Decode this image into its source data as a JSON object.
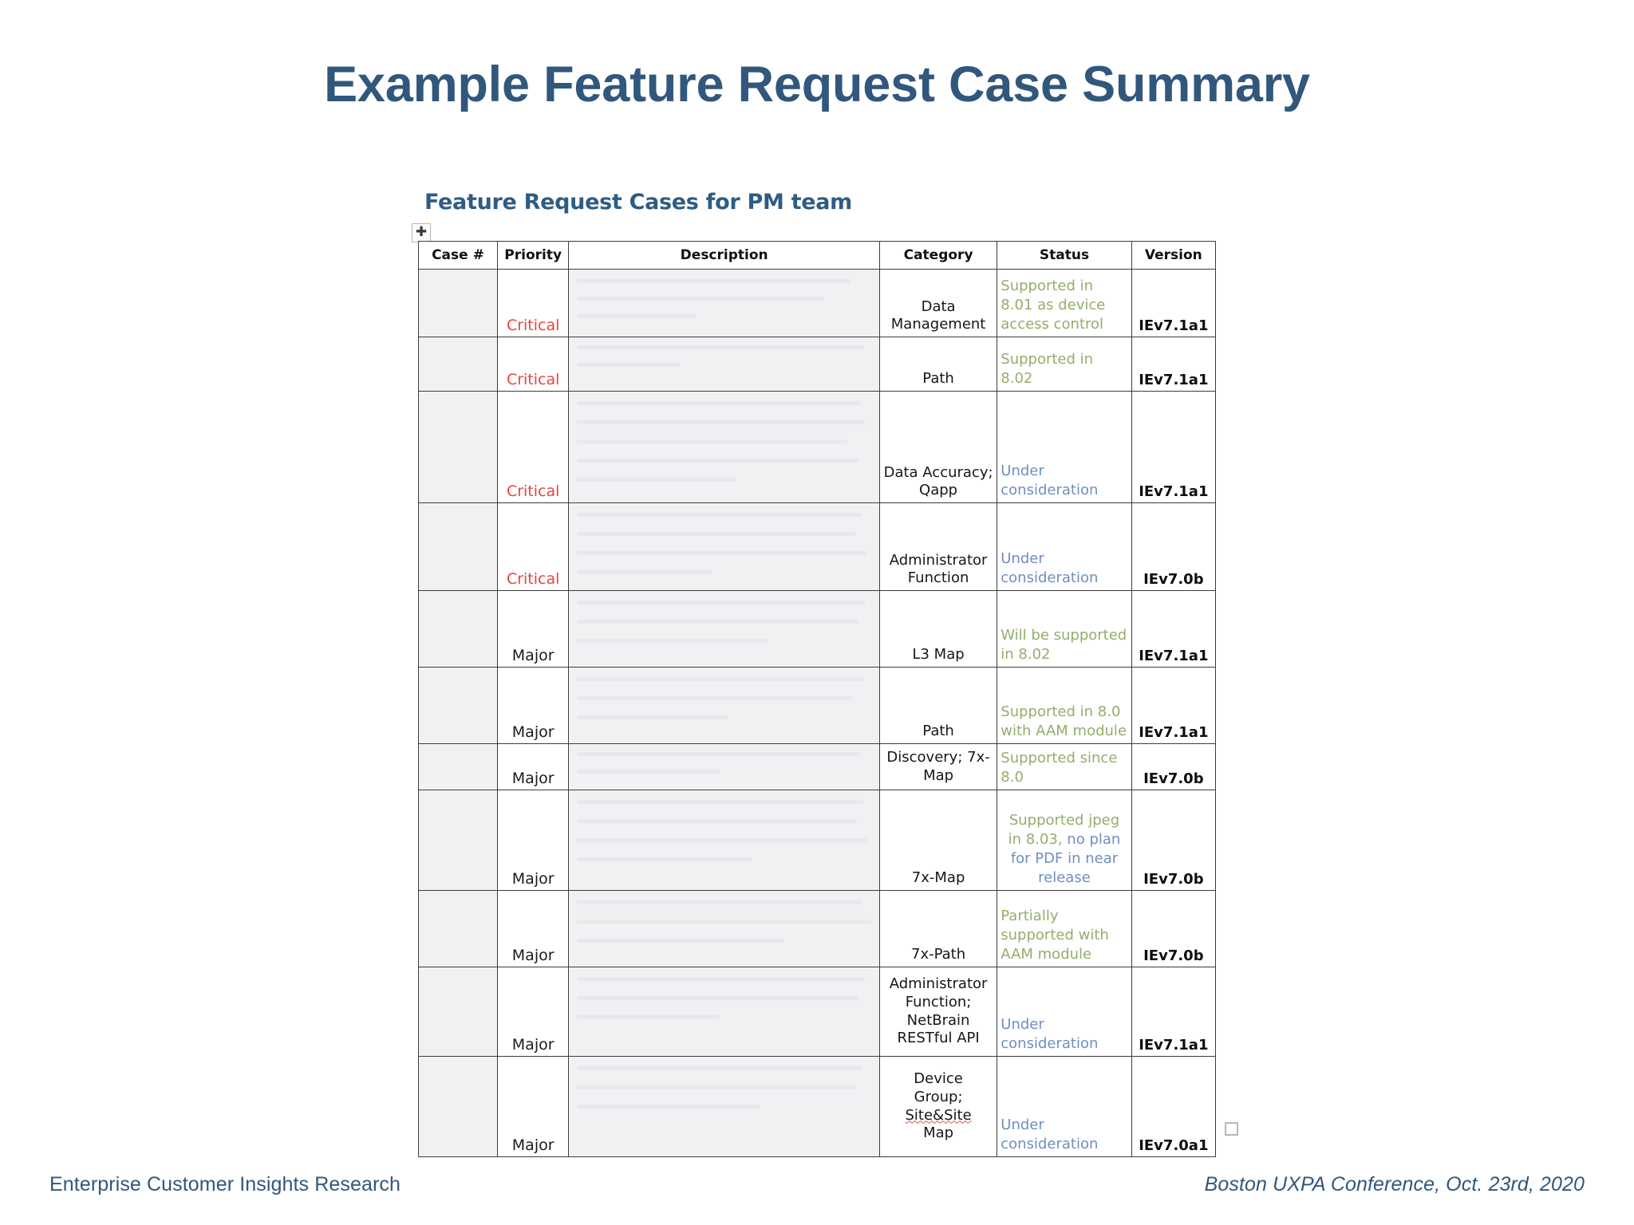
{
  "slide": {
    "title": "Example Feature Request Case Summary",
    "accent_color": "#31577c"
  },
  "embed": {
    "heading": "Feature Request Cases for PM team",
    "move_handle_icon": "move-handle-icon",
    "resize_handle_icon": "resize-handle-icon"
  },
  "table": {
    "columns": [
      "Case #",
      "Priority",
      "Description",
      "Category",
      "Status",
      "Version"
    ],
    "colors": {
      "critical": "#e8453c",
      "major": "#1b1b1b",
      "status_supported": "#93ae6a",
      "status_under_consideration": "#6f8fc0",
      "redacted_fill": "#f1f1f3",
      "border": "#3c3c3c"
    },
    "rows": [
      {
        "case": "",
        "priority": "Critical",
        "description": "",
        "category": "Data Management",
        "status": "Supported in 8.01 as device access control",
        "status_color": "green",
        "version": "IEv7.1a1"
      },
      {
        "case": "",
        "priority": "Critical",
        "description": "",
        "category": "Path",
        "status": "Supported in 8.02",
        "status_color": "green",
        "version": "IEv7.1a1"
      },
      {
        "case": "",
        "priority": "Critical",
        "description": "",
        "category": "Data Accuracy; Qapp",
        "status": "Under consideration",
        "status_color": "blue",
        "version": "IEv7.1a1"
      },
      {
        "case": "",
        "priority": "Critical",
        "description": "",
        "category": "Administrator Function",
        "status": "Under consideration",
        "status_color": "blue",
        "version": "IEv7.0b"
      },
      {
        "case": "",
        "priority": "Major",
        "description": "",
        "category": "L3 Map",
        "status": "Will be supported in 8.02",
        "status_color": "green",
        "version": "IEv7.1a1"
      },
      {
        "case": "",
        "priority": "Major",
        "description": "",
        "category": "Path",
        "status": "Supported in 8.0 with AAM module",
        "status_color": "green",
        "version": "IEv7.1a1"
      },
      {
        "case": "",
        "priority": "Major",
        "description": "",
        "category": "Discovery; 7x-Map",
        "status": "Supported since 8.0",
        "status_color": "green",
        "version": "IEv7.0b"
      },
      {
        "case": "",
        "priority": "Major",
        "description": "",
        "category": "7x-Map",
        "status": "Supported jpeg in 8.03, no plan for PDF in near release",
        "status_part_green": "Supported jpeg in 8.03,",
        "status_part_blue": " no plan for PDF in near release",
        "status_color": "mixed",
        "version": "IEv7.0b"
      },
      {
        "case": "",
        "priority": "Major",
        "description": "",
        "category": "7x-Path",
        "status": "Partially supported with AAM module",
        "status_color": "green",
        "version": "IEv7.0b"
      },
      {
        "case": "",
        "priority": "Major",
        "description": "",
        "category": "Administrator Function; NetBrain RESTful API",
        "status": "Under consideration",
        "status_color": "blue",
        "version": "IEv7.1a1"
      },
      {
        "case": "",
        "priority": "Major",
        "description": "",
        "category_parts": [
          "Device",
          "Group;",
          "Site&Site",
          "Map"
        ],
        "category": "Device Group; Site&Site Map",
        "status": "Under consideration",
        "status_color": "blue",
        "version": "IEv7.0a1"
      }
    ]
  },
  "footer": {
    "left": "Enterprise Customer Insights Research",
    "right": "Boston UXPA Conference, Oct. 23rd, 2020"
  }
}
